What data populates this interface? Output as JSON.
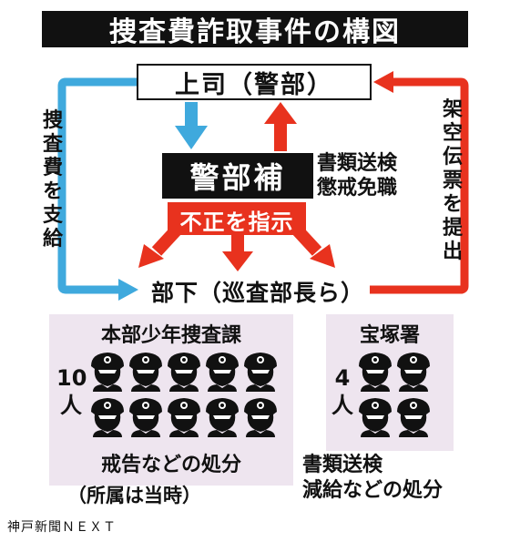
{
  "title": "捜査費詐取事件の構図",
  "boss": "上司（警部）",
  "chief": "警部補",
  "chief_outcome": [
    "書類送検",
    "懲戒免職"
  ],
  "left_flow_label": "捜査費を支給",
  "right_flow_label": "架空伝票を提出",
  "fraud_label": "不正を指示",
  "subordinates": "部下（巡査部長ら）",
  "units": [
    {
      "name": "本部少年捜査課",
      "count": [
        "10",
        "人"
      ],
      "disposition": "戒告などの処分",
      "note": "（所属は当時）"
    },
    {
      "name": "宝塚署",
      "count": [
        "4",
        "人"
      ],
      "disposition": [
        "書類送検",
        "減給などの処分"
      ]
    }
  ],
  "credit": "神戸新聞ＮＥＸＴ",
  "colors": {
    "blue": "#3fa9dd",
    "red": "#e8321e",
    "panel": "#eee5ef",
    "black": "#111111"
  }
}
